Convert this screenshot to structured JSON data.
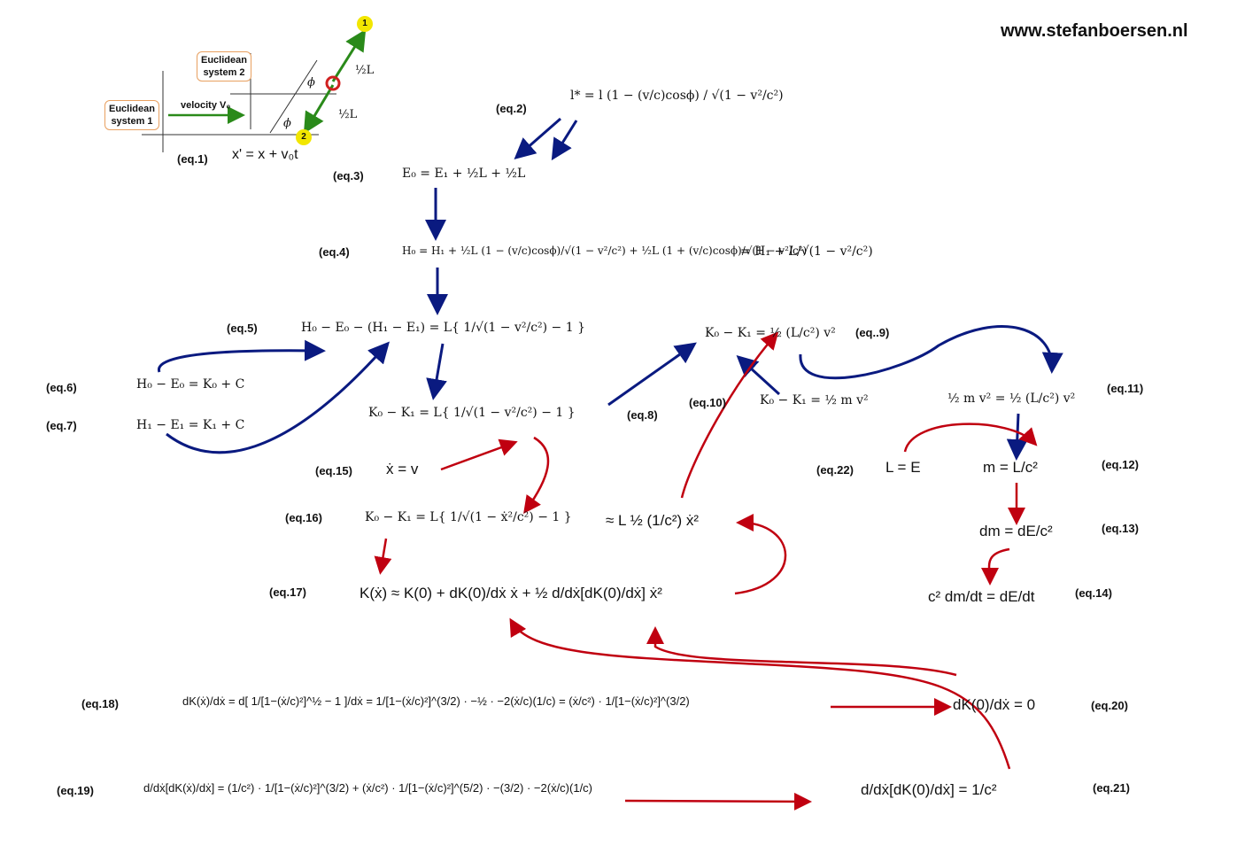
{
  "site": {
    "url": "www.stefanboersen.nl"
  },
  "diagram": {
    "system1": [
      "Euclidean",
      "system 1"
    ],
    "system2": [
      "Euclidean",
      "system 2"
    ],
    "velocity_label": "velocity V₀",
    "transform": "x' = x + v₀t",
    "phi": "ϕ",
    "half_L": "½L",
    "point1": "1",
    "point2": "2"
  },
  "labels": {
    "eq1": "(eq.1)",
    "eq2": "(eq.2)",
    "eq3": "(eq.3)",
    "eq4": "(eq.4)",
    "eq5": "(eq.5)",
    "eq6": "(eq.6)",
    "eq7": "(eq.7)",
    "eq8": "(eq.8)",
    "eq9": "(eq..9)",
    "eq10": "(eq.10)",
    "eq11": "(eq.11)",
    "eq12": "(eq.12)",
    "eq13": "(eq.13)",
    "eq14": "(eq.14)",
    "eq15": "(eq.15)",
    "eq16": "(eq.16)",
    "eq17": "(eq.17)",
    "eq18": "(eq.18)",
    "eq19": "(eq.19)",
    "eq20": "(eq.20)",
    "eq21": "(eq.21)",
    "eq22": "(eq.22)"
  },
  "equations": {
    "eq2": "l* = l (1 − (v/c)cosϕ) / √(1 − v²/c²)",
    "eq3": "E₀  =  E₁ + ½L + ½L",
    "eq4a": "H₀  =  H₁ + ½L (1 − (v/c)cosϕ)/√(1 − v²/c²) + ½L (1 + (v/c)cosϕ)/√(1 − v²/c²)",
    "eq4b": "=  H₁ + L/√(1 − v²/c²)",
    "eq5": "H₀ − E₀ − (H₁ − E₁) = L{ 1/√(1 − v²/c²) − 1 }",
    "eq6": "H₀ − E₀   =   K₀ + C",
    "eq7": "H₁ − E₁   =   K₁ + C",
    "eq8": "K₀ − K₁ =   L{ 1/√(1 − v²/c²) − 1 }",
    "eq9": "K₀ − K₁ = ½ (L/c²) v²",
    "eq10": "K₀ − K₁ = ½ m  v²",
    "eq11": "½ m  v²   =   ½ (L/c²) v²",
    "eq12": "m  =  L/c²",
    "eq13": "dm = dE/c²",
    "eq14": "c² dm/dt = dE/dt",
    "eq15": "ẋ =  v",
    "eq16a": "K₀ − K₁ =   L{ 1/√(1 − ẋ²/c²) − 1 }",
    "eq16b": "≈   L ½ (1/c²)  ẋ²",
    "eq17": "K(ẋ) ≈ K(0) + dK(0)/dẋ ẋ + ½ d/dẋ[dK(0)/dẋ] ẋ²",
    "eq18": "dK(ẋ)/dẋ = d[ 1/[1−(ẋ/c)²]^½ − 1 ]/dẋ = 1/[1−(ẋ/c)²]^(3/2) · −½ · −2(ẋ/c)(1/c) = (ẋ/c²) · 1/[1−(ẋ/c)²]^(3/2)",
    "eq19": "d/dẋ[dK(ẋ)/dẋ] = (1/c²) · 1/[1−(ẋ/c)²]^(3/2) + (ẋ/c²) · 1/[1−(ẋ/c)²]^(5/2) · −(3/2) · −2(ẋ/c)(1/c)",
    "eq20": "dK(0)/dẋ  =  0",
    "eq21": "d/dẋ[dK(0)/dẋ]  =  1/c²",
    "eq22": "L = E"
  },
  "colors": {
    "blue_arrow": "#0a1a80",
    "red_arrow": "#c00010",
    "green_arrow": "#2a8a1a",
    "point": "#f2e600"
  }
}
